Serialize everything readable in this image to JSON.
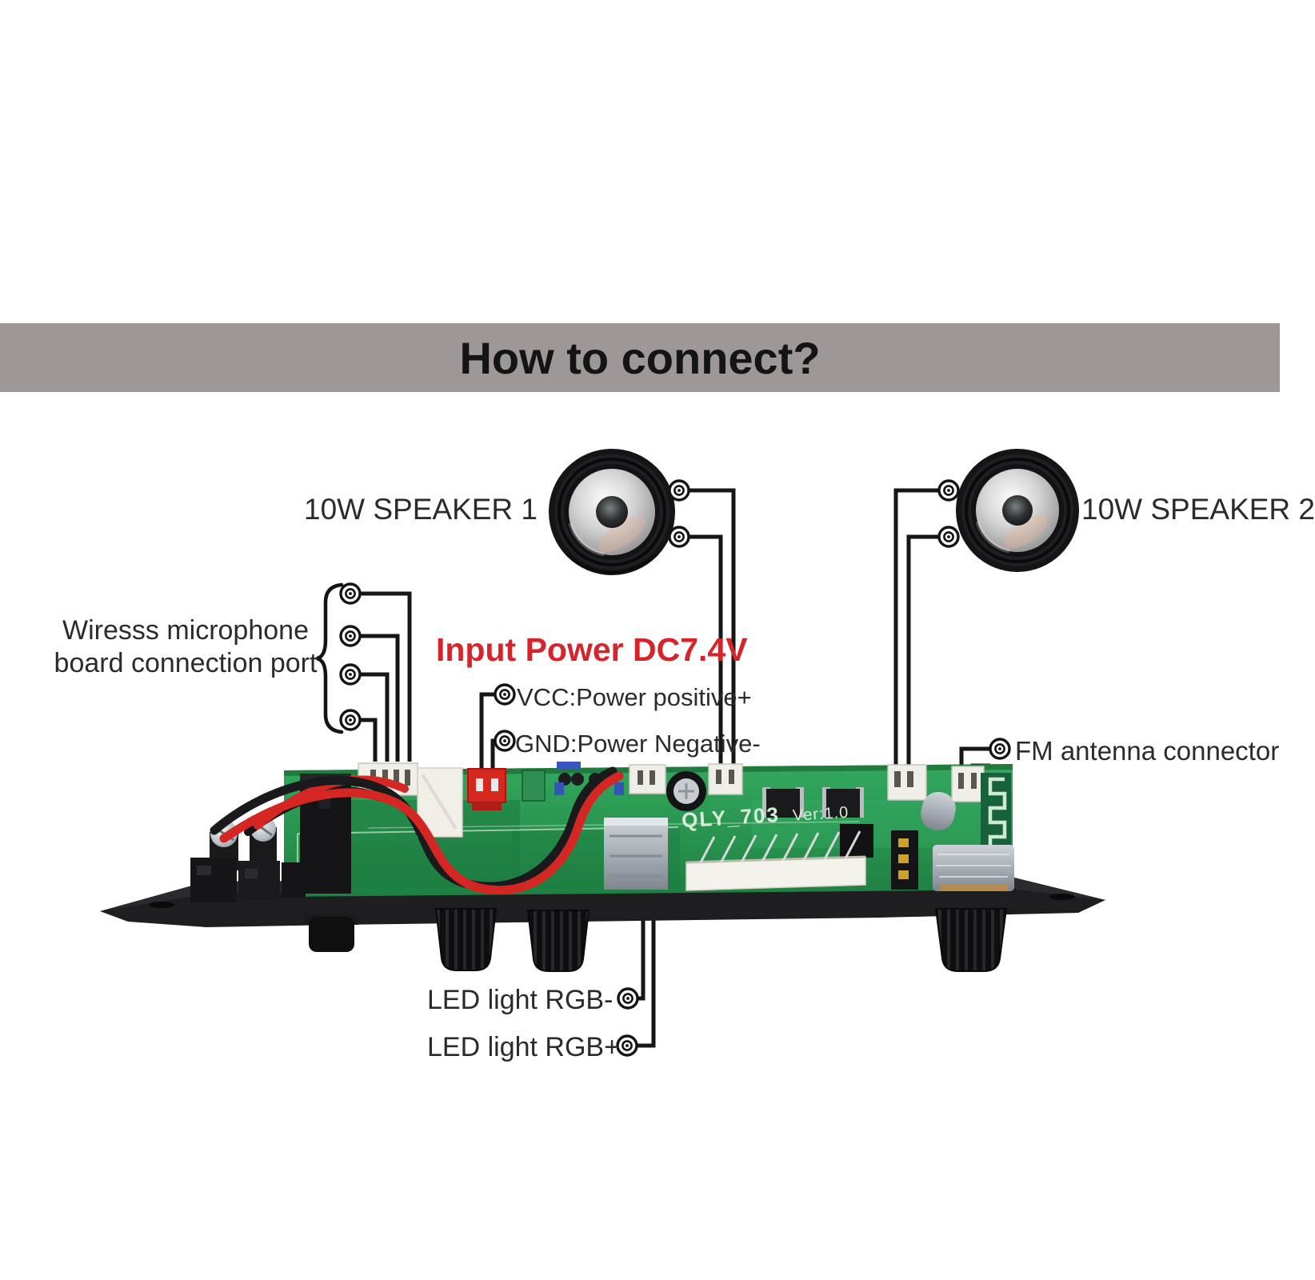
{
  "title": {
    "text": "How to connect?"
  },
  "labels": {
    "speaker1": "10W SPEAKER 1",
    "speaker2": "10W SPEAKER 2",
    "mic_line1": "Wiresss microphone",
    "mic_line2": "board connection port",
    "input_power": "Input Power DC7.4V",
    "vcc": "VCC:Power positive+",
    "gnd": "GND:Power Negative-",
    "fm": "FM antenna connector",
    "led_neg": "LED light RGB-",
    "led_pos": "LED light RGB+"
  },
  "board": {
    "model": "QLY_703",
    "version": "Ver:1.0"
  },
  "colors": {
    "banner_bg": "#9d9897",
    "title_text": "#141414",
    "label_text": "#2b2b2b",
    "accent_red": "#d7242b",
    "pcb_green": "#2fa35a",
    "wire_black": "#161616",
    "wire_red": "#d42723",
    "power_connector_red": "#d5281f"
  }
}
